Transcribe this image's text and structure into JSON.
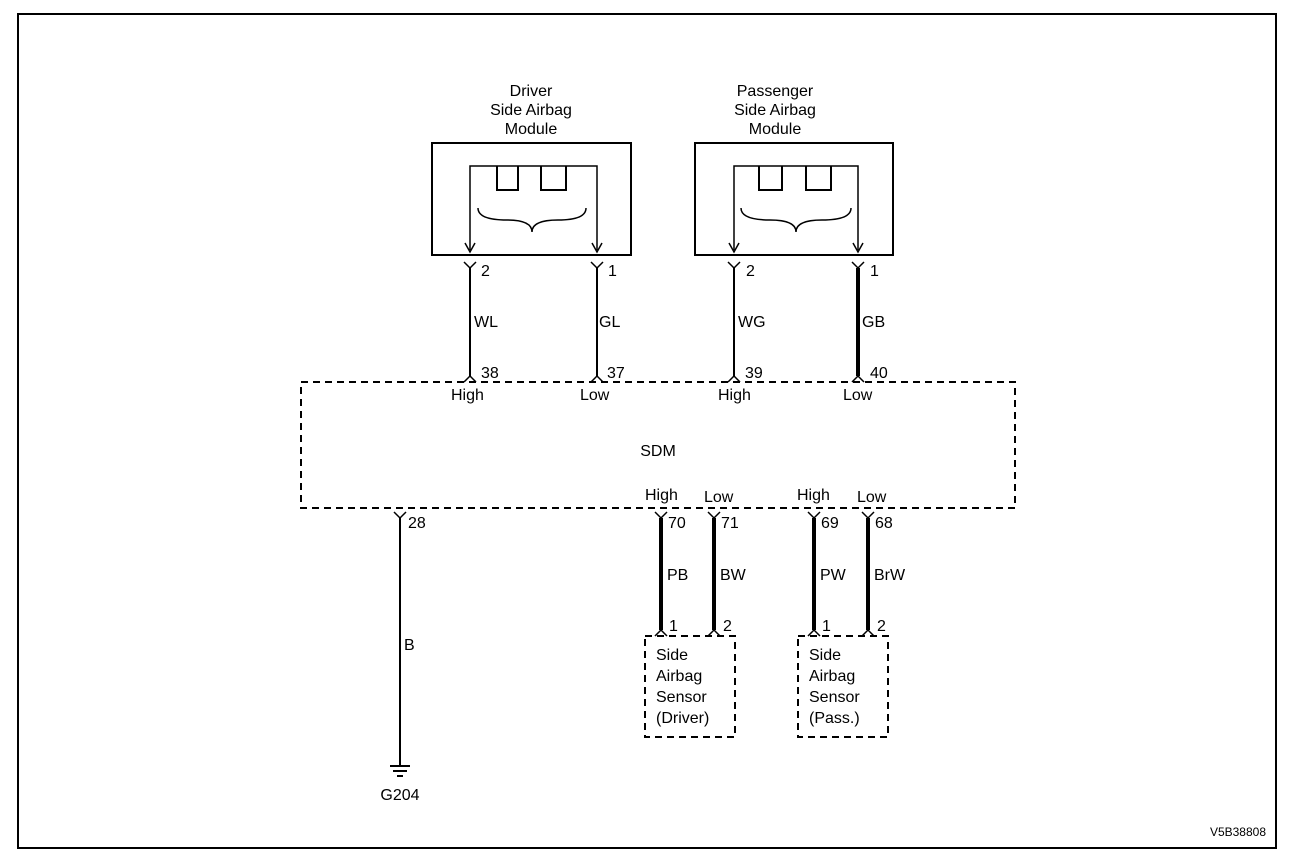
{
  "driver_module": {
    "title_lines": [
      "Driver",
      "Side Airbag",
      "Module"
    ]
  },
  "passenger_module": {
    "title_lines": [
      "Passenger",
      "Side Airbag",
      "Module"
    ]
  },
  "module_pins": {
    "driver_left": "2",
    "driver_right": "1",
    "passenger_left": "2",
    "passenger_right": "1"
  },
  "wire_colors": {
    "driver_high": "WL",
    "driver_low": "GL",
    "passenger_high": "WG",
    "passenger_low": "GB",
    "sensor_d_high": "PB",
    "sensor_d_low": "BW",
    "sensor_p_high": "PW",
    "sensor_p_low": "BrW",
    "ground": "B"
  },
  "sdm": {
    "label": "SDM",
    "top_pins": [
      "38",
      "37",
      "39",
      "40"
    ],
    "top_labels": [
      "High",
      "Low",
      "High",
      "Low"
    ],
    "bottom_labels": [
      "High",
      "Low",
      "High",
      "Low"
    ],
    "bottom_pins": [
      "70",
      "71",
      "69",
      "68"
    ],
    "ground_pin": "28"
  },
  "sensor_driver": {
    "pins": [
      "1",
      "2"
    ],
    "lines": [
      "Side",
      "Airbag",
      "Sensor",
      "(Driver)"
    ]
  },
  "sensor_pass": {
    "pins": [
      "1",
      "2"
    ],
    "lines": [
      "Side",
      "Airbag",
      "Sensor",
      "(Pass.)"
    ]
  },
  "ground": {
    "label": "G204"
  },
  "figure_code": "V5B38808"
}
